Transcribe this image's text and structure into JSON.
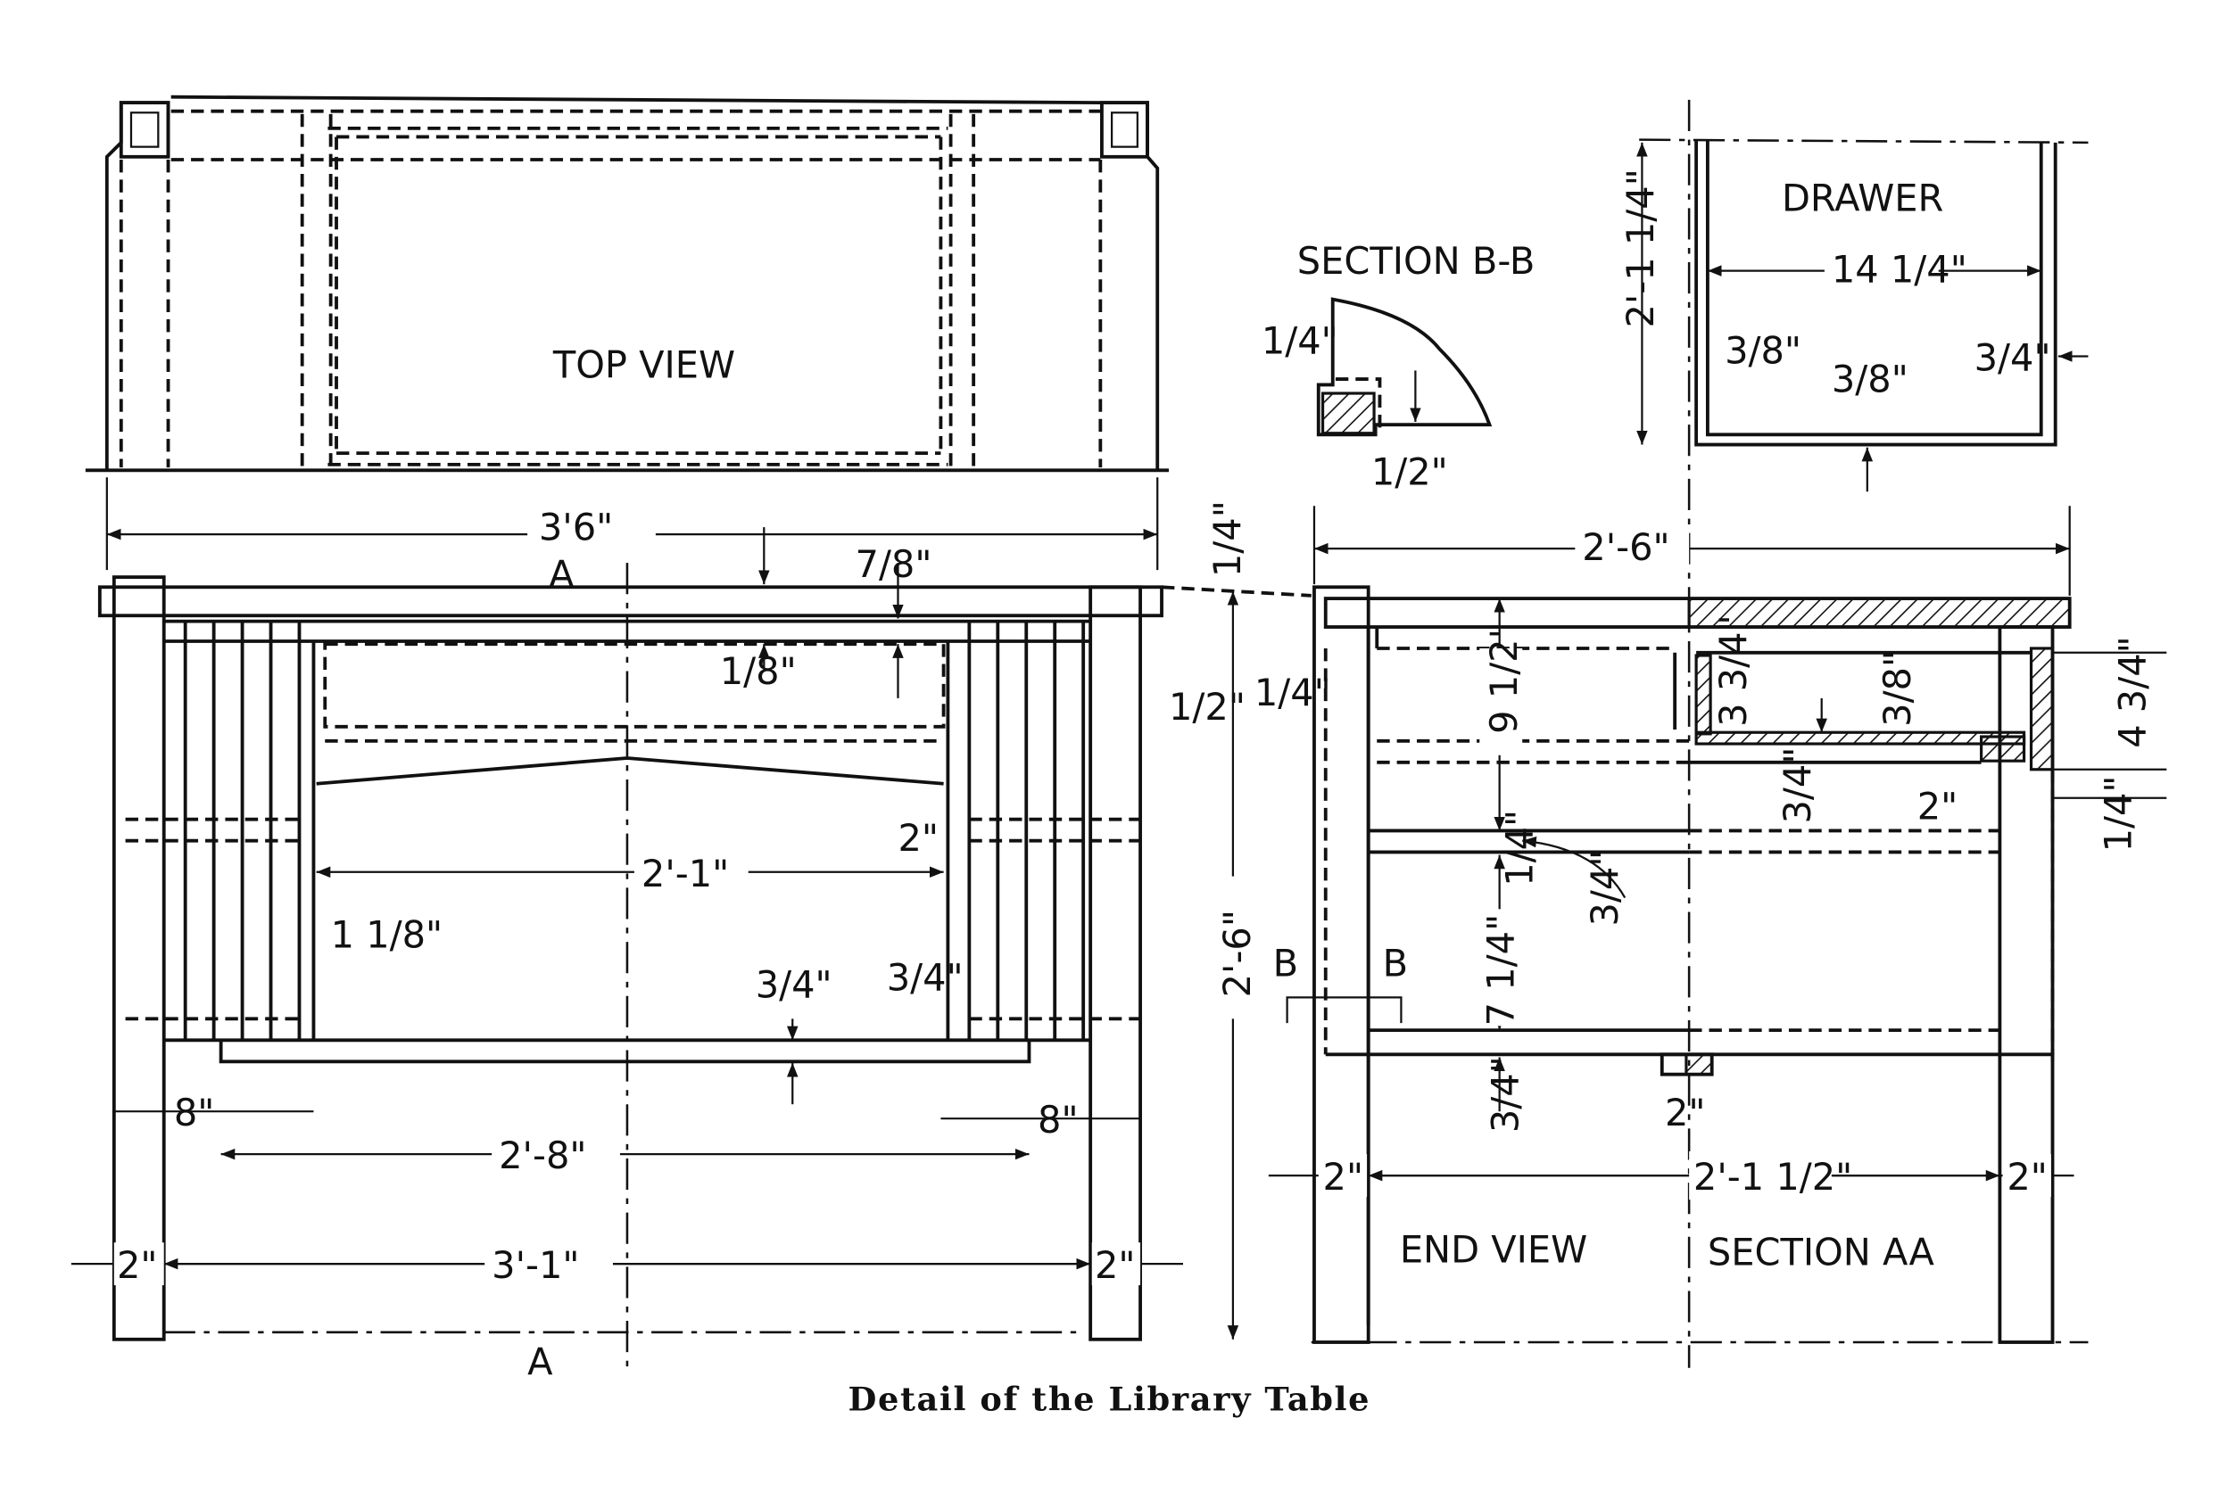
{
  "caption": "Detail of the Library Table",
  "views": {
    "top_view": "TOP VIEW",
    "section_bb": "SECTION B-B",
    "drawer": "DRAWER",
    "end_view": "END VIEW",
    "section_aa": "SECTION AA"
  },
  "section_markers": {
    "a_top": "A",
    "a_bottom": "A",
    "b_left": "B",
    "b_right": "B"
  },
  "dimensions": {
    "front_overall_width": "3'6\"",
    "front_top_thickness": "7/8\"",
    "front_rail_gap": "1/8\"",
    "front_leg_offset": "1/2\"",
    "front_rail_2": "2\"",
    "front_inner_width": "2'-1\"",
    "front_slat": "1 1/8\"",
    "front_shelf_thickness": "3/4\"",
    "front_slat_thickness": "3/4\"",
    "front_left_8": "8\"",
    "front_right_8": "8\"",
    "front_shelf_width": "2'-8\"",
    "front_leg_left": "2\"",
    "front_leg_right": "2\"",
    "front_between_legs": "3'-1\"",
    "height_overall": "2'-6\"",
    "top_overhang": "1/4\"",
    "end_overall_width": "2'-6\"",
    "end_side_thickness": "1/4\"",
    "end_apron_height": "9 1/2\"",
    "end_rail": "1/4\"",
    "end_rail_label": "3/4\"",
    "end_lower": "7 1/4\"",
    "end_shelf": "3/4\"",
    "end_leg_left": "2\"",
    "end_inner": "2'-1 1/2\"",
    "end_leg_right": "2\"",
    "aa_drawer_side": "3 3/4\"",
    "aa_bottom": "3/8\"",
    "aa_runner": "3/4\"",
    "aa_guide": "2\"",
    "aa_front_height": "4 3/4\"",
    "aa_front_gap": "1/4\"",
    "aa_cleat": "2\"",
    "bb_top": "1/4\"",
    "bb_bottom": "1/2\"",
    "drawer_height": "2'-1 1/4\"",
    "drawer_length": "14 1/4\"",
    "drawer_side_left": "3/8\"",
    "drawer_bottom": "3/8\"",
    "drawer_side_right": "3/4\""
  },
  "colors": {
    "ink": "#111111",
    "paper": "#ffffff"
  }
}
